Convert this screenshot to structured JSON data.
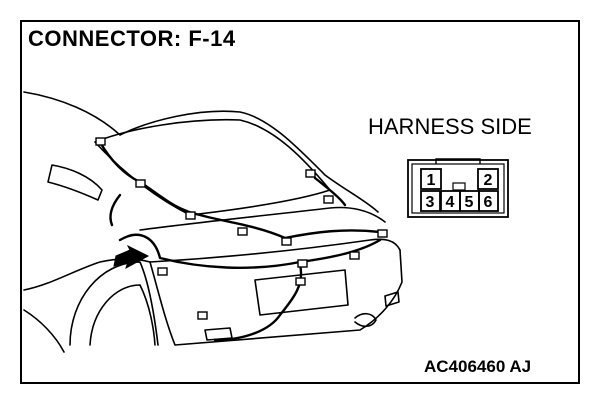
{
  "connector": {
    "title": "CONNECTOR: F-14",
    "view_label": "HARNESS SIDE",
    "pins_top": [
      "1",
      "2"
    ],
    "pins_bottom": [
      "3",
      "4",
      "5",
      "6"
    ]
  },
  "figure_code": "AC406460 AJ"
}
